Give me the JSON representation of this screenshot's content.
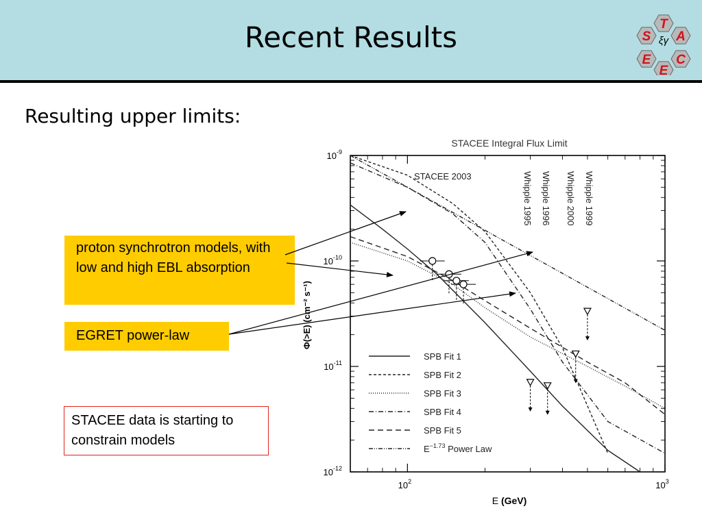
{
  "slide": {
    "title": "Recent Results",
    "subtitle": "Resulting upper limits:"
  },
  "logo": {
    "letters": [
      "T",
      "S",
      "A",
      "E",
      "C",
      "E"
    ],
    "center_symbol": "ξγ",
    "colors": {
      "hex_fill": "#b9b9b9",
      "letter": "#d0121b"
    }
  },
  "callouts": {
    "models": "proton synchrotron models, with low and high EBL absorption",
    "egret": "EGRET power-law",
    "stacee": "STACEE data is starting to constrain models"
  },
  "colors": {
    "header_bg": "#b3dde3",
    "callout_bg": "#ffcc00",
    "callout_border": "#e0231a"
  },
  "chart_data": {
    "type": "line",
    "title": "STACEE Integral Flux Limit",
    "xlabel_prefix": "E",
    "xlabel_unit": "(GeV)",
    "ylabel": "Φ(>E) (cm⁻² s⁻¹)",
    "xscale": "log",
    "yscale": "log",
    "xlim": [
      60,
      1000
    ],
    "ylim": [
      1e-12,
      1e-09
    ],
    "x_ticks": [
      {
        "base": "10",
        "exp": "2"
      },
      {
        "base": "10",
        "exp": "3"
      }
    ],
    "y_ticks": [
      {
        "base": "10",
        "exp": "-9"
      },
      {
        "base": "10",
        "exp": "-10"
      },
      {
        "base": "10",
        "exp": "-11"
      },
      {
        "base": "10",
        "exp": "-12"
      }
    ],
    "annotations": [
      "STACEE 2003",
      "Whipple 1995",
      "Whipple 1996",
      "Whipple 2000",
      "Whipple 1999"
    ],
    "legend_position": "bottom-left",
    "series": [
      {
        "name": "SPB Fit 1",
        "dash": "",
        "x": [
          60,
          80,
          100,
          130,
          160,
          200,
          300,
          400,
          600,
          800,
          1000
        ],
        "y": [
          3.4e-10,
          2e-10,
          1.3e-10,
          7.5e-11,
          4.5e-11,
          2.6e-11,
          9e-12,
          4.2e-12,
          1.6e-12,
          1e-12,
          1e-12
        ]
      },
      {
        "name": "SPB Fit 2",
        "dash": "4,3",
        "x": [
          60,
          100,
          150,
          200,
          300,
          400,
          600
        ],
        "y": [
          1e-09,
          6.5e-10,
          3.5e-10,
          1.9e-10,
          5e-11,
          1.5e-11,
          1.5e-12
        ]
      },
      {
        "name": "SPB Fit 3",
        "dash": "1,2",
        "x": [
          60,
          100,
          150,
          200,
          300,
          500,
          700,
          1000
        ],
        "y": [
          1.5e-10,
          1e-10,
          6e-11,
          3.6e-11,
          1.9e-11,
          1e-11,
          6.5e-12,
          4e-12
        ]
      },
      {
        "name": "SPB Fit 4",
        "dash": "7,3,1,3",
        "x": [
          60,
          100,
          150,
          200,
          300,
          400,
          600,
          1000
        ],
        "y": [
          8.5e-10,
          5e-10,
          2.8e-10,
          1.5e-10,
          3.5e-11,
          1.1e-11,
          3e-12,
          1.5e-12
        ]
      },
      {
        "name": "SPB Fit 5",
        "dash": "8,5",
        "x": [
          60,
          100,
          150,
          200,
          300,
          500,
          700,
          1000
        ],
        "y": [
          1.7e-10,
          1.1e-10,
          6.5e-11,
          4.2e-11,
          2.3e-11,
          1.1e-11,
          7e-12,
          3.5e-12
        ]
      },
      {
        "name": "E^-1.73 Power Law",
        "dash": "6,2,1,2,1,2",
        "x": [
          60,
          1000
        ],
        "y": [
          1e-09,
          2.2e-11
        ]
      }
    ],
    "legend_entries": [
      {
        "label": "SPB Fit 1"
      },
      {
        "label": "SPB Fit 2"
      },
      {
        "label": "SPB Fit 3"
      },
      {
        "label": "SPB Fit 4"
      },
      {
        "label": "SPB Fit 5"
      },
      {
        "label_main": "E",
        "label_exp": "−1.73",
        "label_tail": " Power Law"
      }
    ],
    "stacee_points": [
      {
        "x": 125,
        "y": 1e-10
      },
      {
        "x": 145,
        "y": 7.5e-11
      },
      {
        "x": 155,
        "y": 6.5e-11
      },
      {
        "x": 165,
        "y": 6e-11
      }
    ],
    "whipple_limits": [
      {
        "x": 300,
        "y": 7e-12
      },
      {
        "x": 350,
        "y": 6.5e-12
      },
      {
        "x": 450,
        "y": 1.3e-11
      },
      {
        "x": 500,
        "y": 3.3e-11
      }
    ]
  }
}
